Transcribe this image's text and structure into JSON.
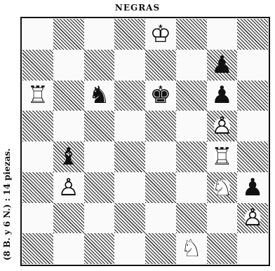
{
  "header": {
    "title": "NEGRAS"
  },
  "side_caption": "(8 B. y 6 N.) : 14 piezas.",
  "board": {
    "rows": [
      [
        "",
        "",
        "",
        "",
        "K",
        "",
        "",
        ""
      ],
      [
        "",
        "",
        "",
        "",
        "",
        "",
        "p",
        ""
      ],
      [
        "R",
        "",
        "n",
        "",
        "k",
        "",
        "p",
        ""
      ],
      [
        "",
        "",
        "",
        "",
        "",
        "",
        "P",
        ""
      ],
      [
        "",
        "b",
        "",
        "",
        "",
        "",
        "R",
        ""
      ],
      [
        "",
        "P",
        "",
        "",
        "",
        "",
        "N",
        "p"
      ],
      [
        "",
        "",
        "",
        "",
        "",
        "",
        "",
        "P"
      ],
      [
        "",
        "",
        "",
        "",
        "",
        "N",
        "",
        ""
      ]
    ]
  },
  "pieces": {
    "K": {
      "glyph": "♔",
      "name": "white-king-icon"
    },
    "Q": {
      "glyph": "♕",
      "name": "white-queen-icon"
    },
    "R": {
      "glyph": "♖",
      "name": "white-rook-icon"
    },
    "B": {
      "glyph": "♗",
      "name": "white-bishop-icon"
    },
    "N": {
      "glyph": "♘",
      "name": "white-knight-icon"
    },
    "P": {
      "glyph": "♙",
      "name": "white-pawn-icon"
    },
    "k": {
      "glyph": "♚",
      "name": "black-king-icon"
    },
    "q": {
      "glyph": "♛",
      "name": "black-queen-icon"
    },
    "r": {
      "glyph": "♜",
      "name": "black-rook-icon"
    },
    "b": {
      "glyph": "♝",
      "name": "black-bishop-icon"
    },
    "n": {
      "glyph": "♞",
      "name": "black-knight-icon"
    },
    "p": {
      "glyph": "♟",
      "name": "black-pawn-icon"
    }
  }
}
